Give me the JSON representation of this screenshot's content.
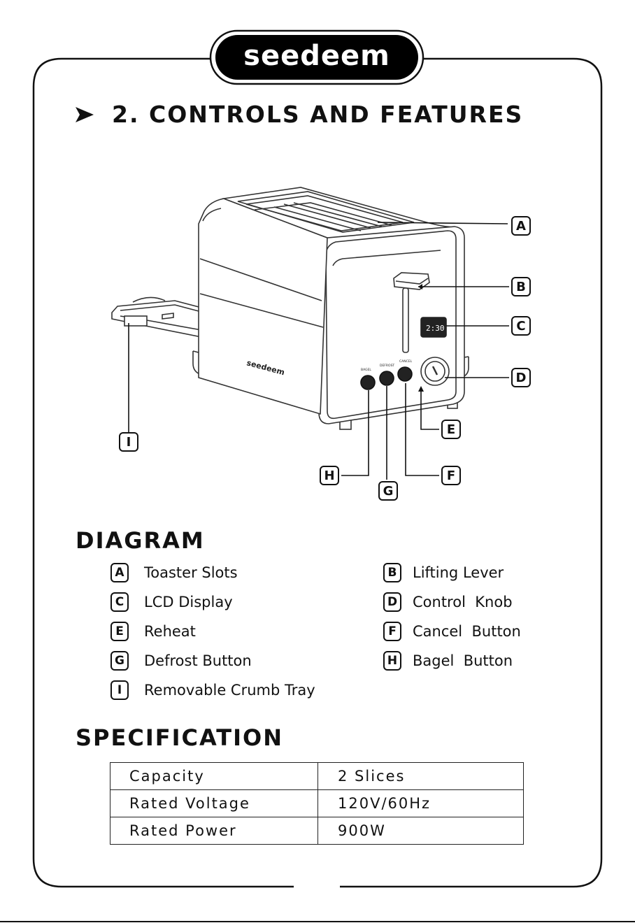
{
  "brand": {
    "name": "seedeem"
  },
  "section": {
    "title": "2. CONTROLS AND FEATURES"
  },
  "diagram": {
    "heading": "DIAGRAM",
    "product_logo": "seedeem",
    "lcd_time": "2:30",
    "button_labels": [
      "BAGEL",
      "DEFROST",
      "CANCEL"
    ],
    "callouts": [
      "A",
      "B",
      "C",
      "D",
      "E",
      "F",
      "G",
      "H",
      "I"
    ],
    "legend": [
      {
        "letter": "A",
        "label": "Toaster Slots"
      },
      {
        "letter": "B",
        "label": "Lifting Lever"
      },
      {
        "letter": "C",
        "label": "LCD Display"
      },
      {
        "letter": "D",
        "label": "Control  Knob"
      },
      {
        "letter": "E",
        "label": "Reheat"
      },
      {
        "letter": "F",
        "label": "Cancel  Button"
      },
      {
        "letter": "G",
        "label": "Defrost Button"
      },
      {
        "letter": "H",
        "label": "Bagel  Button"
      },
      {
        "letter": "I",
        "label": "Removable Crumb Tray"
      }
    ]
  },
  "specification": {
    "heading": "SPECIFICATION",
    "rows": [
      {
        "name": "Capacity",
        "value": "2 Slices"
      },
      {
        "name": "Rated Voltage",
        "value": "120V/60Hz"
      },
      {
        "name": "Rated Power",
        "value": "900W"
      }
    ]
  },
  "colors": {
    "ink": "#111111",
    "background": "#ffffff"
  }
}
